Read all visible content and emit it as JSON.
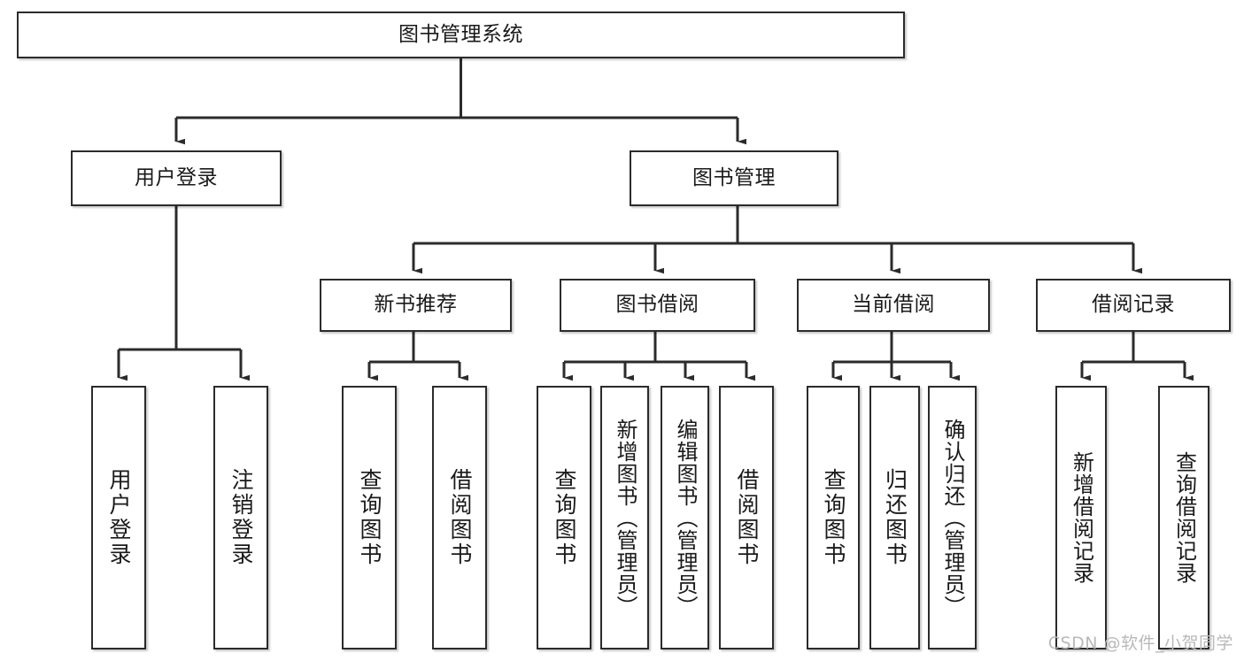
{
  "diagram": {
    "type": "tree-hierarchy",
    "title": "图书管理系统",
    "watermark": "CSDN @软件_小贺同学",
    "colors": {
      "box_border": "#2b2b2b",
      "box_fill": "#ffffff",
      "connector": "#2b2b2b",
      "text": "#1a1a1a",
      "watermark": "#b9b9b9",
      "background": "#ffffff"
    },
    "nodes": {
      "root": {
        "label": "图书管理系统"
      },
      "level2": [
        {
          "label": "用户登录"
        },
        {
          "label": "图书管理"
        }
      ],
      "level3": [
        {
          "label": "新书推荐"
        },
        {
          "label": "图书借阅"
        },
        {
          "label": "当前借阅"
        },
        {
          "label": "借阅记录"
        }
      ],
      "leaves": {
        "user_login": [
          {
            "label": "用户登录"
          },
          {
            "label": "注销登录"
          }
        ],
        "new_book_recommend": [
          {
            "label": "查询图书"
          },
          {
            "label": "借阅图书"
          }
        ],
        "book_borrow": [
          {
            "label": "查询图书"
          },
          {
            "label": "新增图书（管理员）"
          },
          {
            "label": "编辑图书（管理员）"
          },
          {
            "label": "借阅图书"
          }
        ],
        "current_borrow": [
          {
            "label": "查询图书"
          },
          {
            "label": "归还图书"
          },
          {
            "label": "确认归还（管理员）"
          }
        ],
        "borrow_record": [
          {
            "label": "新增借阅记录"
          },
          {
            "label": "查询借阅记录"
          }
        ]
      }
    }
  }
}
